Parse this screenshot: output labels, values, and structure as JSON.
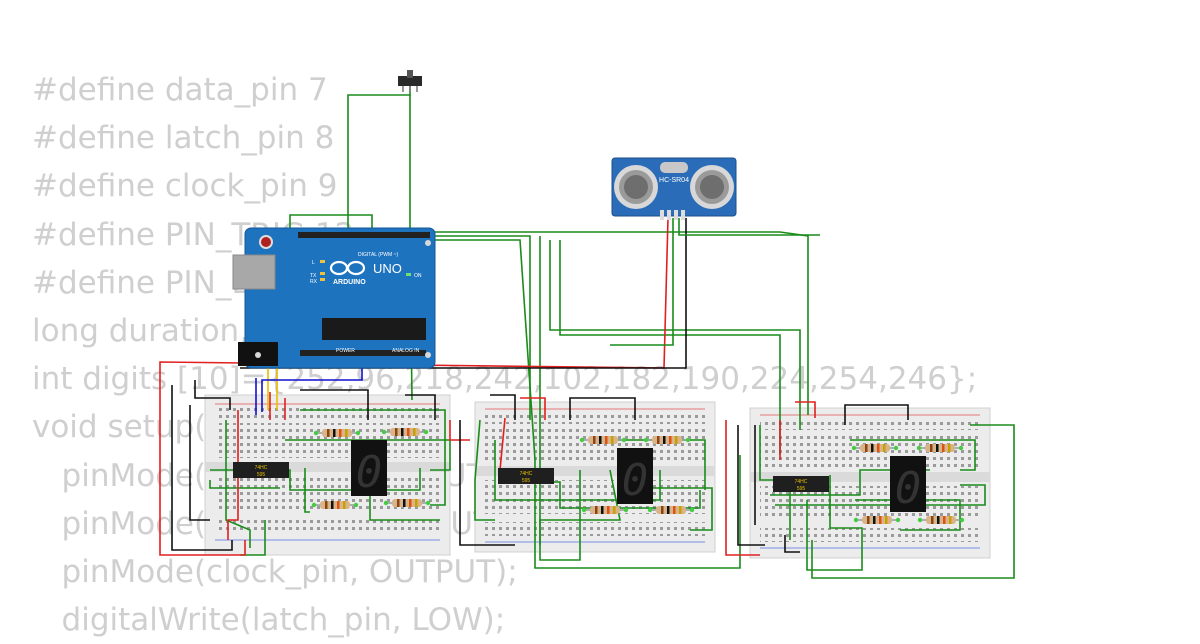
{
  "code_lines": [
    "#define data_pin 7",
    "#define latch_pin 8",
    "#define clock_pin 9",
    "#define PIN_TRIG 12",
    "#define PIN_ECHO 11",
    "long duration, distance;",
    "int digits [10]={252,96,218,242,102,182,190,224,254,246};",
    "void setup() {",
    "   pinMode(data_pin, OUTPUT);",
    "   pinMode(latch_pin, OUTPUT);",
    "   pinMode(clock_pin, OUTPUT);",
    "   digitalWrite(latch_pin, LOW);"
  ],
  "arduino": {
    "brand": "ARDUINO",
    "model": "UNO",
    "digital_label": "DIGITAL (PWM ~)",
    "power_label": "POWER",
    "analog_label": "ANALOG IN",
    "tx": "TX",
    "rx": "RX",
    "l": "L",
    "on": "ON"
  },
  "sensor": {
    "label": "HC-SR04"
  },
  "chips": [
    {
      "top": "74HC",
      "bottom": "595"
    },
    {
      "top": "74HC",
      "bottom": "595"
    },
    {
      "top": "74HC",
      "bottom": "595"
    }
  ],
  "digit_display": "0",
  "colors": {
    "wire_green": "#1a8c1a",
    "wire_red": "#e02020",
    "wire_black": "#111111",
    "wire_yellow": "#e8c000",
    "wire_blue": "#1010d0",
    "board_blue": "#1e73be",
    "sensor_blue": "#2a6cb8"
  }
}
